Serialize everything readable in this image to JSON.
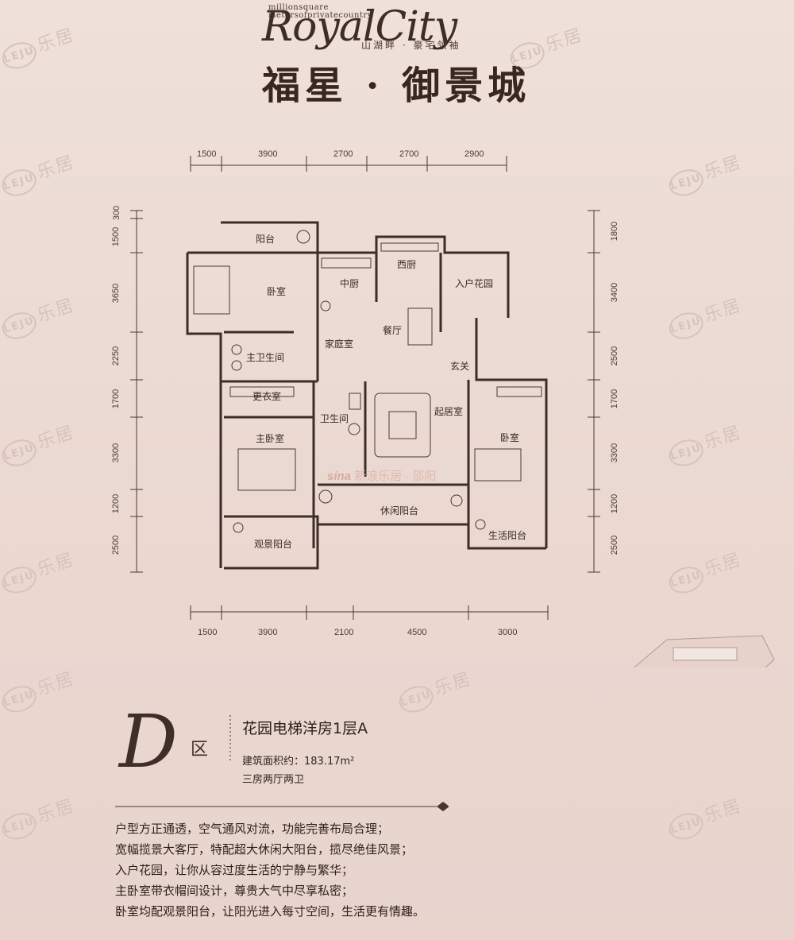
{
  "brand": {
    "tagline_1": "millionsquare",
    "tagline_2": "metersofprivatecountry",
    "logo": "RoyalCity",
    "slogan": "山湖畔 · 豪宅领袖",
    "title": "福星 · 御景城"
  },
  "watermark": {
    "mark": "LEJU",
    "text": "乐居"
  },
  "sina_watermark": "新浪乐居 · 邵阳",
  "floorplan": {
    "top_dims": [
      "1500",
      "3900",
      "2700",
      "2700",
      "2900"
    ],
    "bottom_dims": [
      "1500",
      "3900",
      "2100",
      "4500",
      "3000"
    ],
    "left_dims": [
      "300",
      "1500",
      "3650",
      "2250",
      "1700",
      "3300",
      "1200",
      "2500"
    ],
    "right_dims": [
      "1800",
      "3400",
      "2500",
      "1700",
      "3300",
      "1200",
      "2500"
    ],
    "rooms": {
      "balcony_top": "阳台",
      "bedroom_nw": "卧室",
      "chinese_kitchen": "中厨",
      "western_kitchen": "西厨",
      "entry_garden": "入户花园",
      "dining": "餐厅",
      "family_room": "家庭室",
      "master_bath": "主卫生间",
      "entrance": "玄关",
      "cloakroom": "更衣室",
      "bathroom": "卫生间",
      "living_room": "起居室",
      "bedroom_e": "卧室",
      "master_bedroom": "主卧室",
      "leisure_balcony": "休闲阳台",
      "utility_balcony": "生活阳台",
      "view_balcony": "观景阳台"
    }
  },
  "unit": {
    "zone_letter": "D",
    "zone_label": "区",
    "type_name": "花园电梯洋房1层A",
    "area": "建筑面积约：183.17m²",
    "layout": "三房两厅两卫"
  },
  "features": [
    "户型方正通透，空气通风对流，功能完善布局合理；",
    "宽幅揽景大客厅，特配超大休闲大阳台，揽尽绝佳风景；",
    "入户花园，让你从容过度生活的宁静与繁华；",
    "主卧室带衣帽间设计，尊贵大气中尽享私密；",
    "卧室均配观景阳台，让阳光进入每寸空间，生活更有情趣。"
  ],
  "colors": {
    "background": "#ecdcd5",
    "ink": "#3a2a24",
    "highlight": "#b0302a"
  }
}
